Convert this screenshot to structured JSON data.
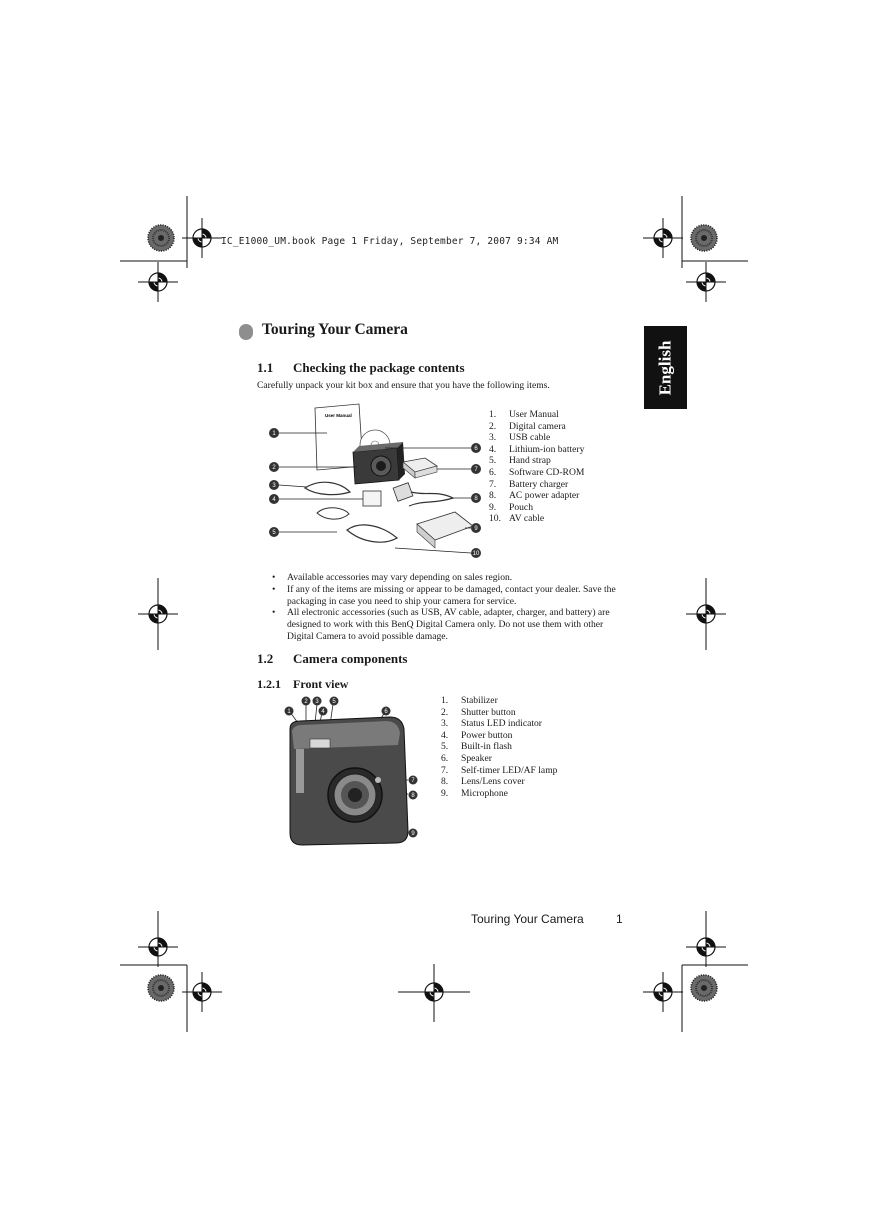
{
  "file_header": "IC_E1000_UM.book  Page 1  Friday, September 7, 2007  9:34 AM",
  "side_tab": "English",
  "chapter": {
    "title": "Touring Your Camera"
  },
  "section_1": {
    "number": "1.1",
    "title": "Checking the package contents",
    "intro": "Carefully unpack your kit box and ensure that you have the following items.",
    "items": [
      {
        "n": "1.",
        "label": "User Manual"
      },
      {
        "n": "2.",
        "label": "Digital camera"
      },
      {
        "n": "3.",
        "label": "USB cable"
      },
      {
        "n": "4.",
        "label": "Lithium-ion battery"
      },
      {
        "n": "5.",
        "label": "Hand strap"
      },
      {
        "n": "6.",
        "label": "Software CD-ROM"
      },
      {
        "n": "7.",
        "label": "Battery charger"
      },
      {
        "n": "8.",
        "label": "AC power adapter"
      },
      {
        "n": "9.",
        "label": "Pouch"
      },
      {
        "n": "10.",
        "label": "AV cable"
      }
    ],
    "manual_cover_text": "User Manual",
    "notes": [
      "Available accessories may vary depending on sales region.",
      "If any of the items are missing or appear to be damaged, contact your dealer. Save the packaging in case you need to ship your camera for service.",
      "All electronic accessories (such as USB, AV cable, adapter, charger, and battery) are designed to work with this BenQ Digital Camera only. Do not use them with other Digital Camera to avoid possible damage."
    ]
  },
  "section_2": {
    "number": "1.2",
    "title": "Camera components",
    "subsection": {
      "number": "1.2.1",
      "title": "Front view",
      "items": [
        {
          "n": "1.",
          "label": "Stabilizer"
        },
        {
          "n": "2.",
          "label": "Shutter button"
        },
        {
          "n": "3.",
          "label": "Status LED indicator"
        },
        {
          "n": "4.",
          "label": "Power button"
        },
        {
          "n": "5.",
          "label": "Built-in flash"
        },
        {
          "n": "6.",
          "label": "Speaker"
        },
        {
          "n": "7.",
          "label": "Self-timer LED/AF lamp"
        },
        {
          "n": "8.",
          "label": "Lens/Lens cover"
        },
        {
          "n": "9.",
          "label": "Microphone"
        }
      ]
    }
  },
  "footer": {
    "title": "Touring Your Camera",
    "page": "1"
  },
  "callouts_package": [
    "1",
    "2",
    "3",
    "4",
    "5",
    "6",
    "7",
    "8",
    "9",
    "10"
  ],
  "callouts_front": [
    "1",
    "2",
    "3",
    "4",
    "5",
    "6",
    "7",
    "8",
    "9"
  ]
}
